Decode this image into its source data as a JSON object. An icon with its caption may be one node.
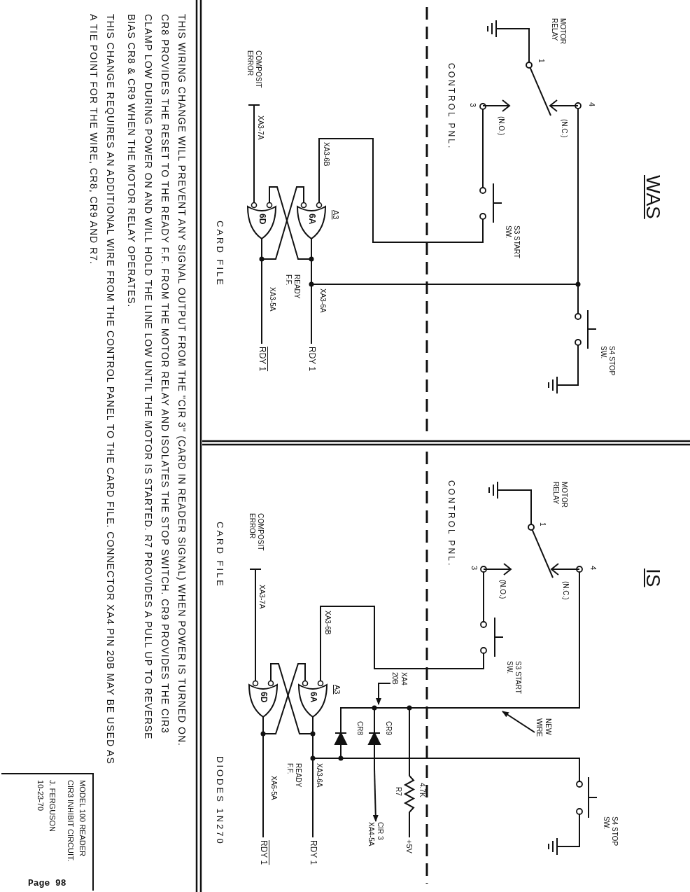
{
  "diagram": {
    "nodes": [
      {
        "text": [
          "6A"
        ]
      },
      {
        "text": [
          "6D"
        ]
      },
      {
        "text": [
          "6A"
        ]
      },
      {
        "text": [
          "6D"
        ]
      },
      {
        "text": [
          "NEW WIRE"
        ]
      },
      {
        "text": [
          "XA4 20B"
        ]
      },
      {
        "text": [
          "CIR 3 XA4-5A"
        ]
      },
      {
        "text": [
          "MODEL 100 READER CIR3 INHIBIT CIRCUIT.",
          "J. FERGUSON",
          "10-23-70"
        ]
      }
    ],
    "edges": [
      {
        "from": 0,
        "to": 1,
        "arrow": "none"
      },
      {
        "from": 1,
        "to": 0,
        "arrow": "none"
      },
      {
        "from": 2,
        "to": 3,
        "arrow": "none"
      },
      {
        "from": 3,
        "to": 2,
        "arrow": "none"
      },
      {
        "from": 4,
        "to": null,
        "arrow": "to"
      },
      {
        "from": 5,
        "to": null,
        "arrow": "to"
      },
      {
        "from": null,
        "to": 6,
        "arrow": "to"
      }
    ],
    "labels": [
      "WAS",
      "MOTOR RELAY",
      "1",
      "4",
      "(N.C.)",
      "3",
      "(N.O.)",
      "S4 STOP SW.",
      "S3 START SW.",
      "CONTROL PNL.",
      "XA3-6B",
      "A3",
      "COMPOSIT ERROR",
      "XA3-7A",
      "XA3-6A",
      "RDY 1",
      "READY F.F.",
      "XA3-5A",
      "RDY 1",
      "CARD FILE",
      "IS",
      "MOTOR RELAY",
      "1",
      "4",
      "(N.C.)",
      "3",
      "(N.O.)",
      "S4 STOP SW.",
      "S3 START SW.",
      "CONTROL PNL.",
      "4.7K",
      "R7",
      "+5V",
      "CR9",
      "CR8",
      "XA3-6B",
      "A3",
      "COMPOSIT ERROR",
      "XA3-7A",
      "XA3-6A",
      "RDY 1",
      "READY F.F.",
      "XA6-5A",
      "RDY 1",
      "CARD FILE",
      "DIODES 1N270",
      "THIS WIRING CHANGE WILL PREVENT ANY SIGNAL OUTPUT FROM THE \"CIR 3\" (CARD IN READER SIGNAL) WHEN POWER IS TURNED ON. CR8 PROVIDES THE RESET TO THE READY F.F. FROM THE MOTOR RELAY AND ISOLATES THE STOP SWITCH. CR9 PROVIDES THE CIR3 CLAMP LOW DURING POWER ON AND WILL HOLD THE LINE LOW UNTIL THE MOTOR IS STARTED. R7 PROVIDES A PULL UP TO REVERSE BIAS CR8 & CR9 WHEN THE MOTOR RELAY OPERATES.",
      "THIS CHANGE REQUIRES AN ADDITIONAL WIRE FROM THE CONTROL PANEL TO THE CARD FILE. CONNECTOR XA4 PIN 20B MAY BE USED AS A TIE POINT FOR THE WIRE, CR8, CR9 AND R7.",
      "Page 98"
    ]
  }
}
